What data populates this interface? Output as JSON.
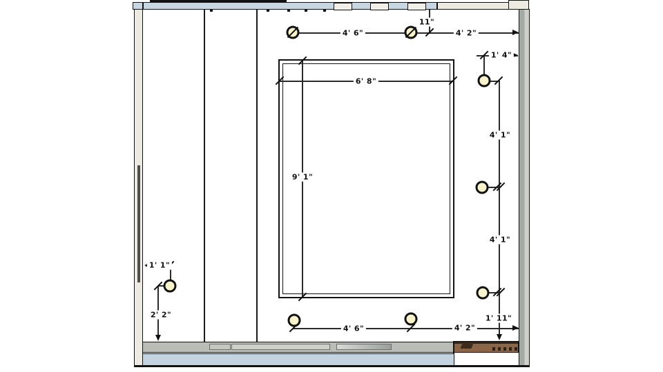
{
  "dims": {
    "top": {
      "a": "4' 6\"",
      "b": "11\"",
      "c": "4' 2\""
    },
    "right": {
      "a": "1' 4\"",
      "b": "4' 1\"",
      "c": "4' 1\"",
      "d": "1' 11\""
    },
    "center": {
      "w": "6' 8\"",
      "h": "9' 1\""
    },
    "left": {
      "a": "1' 1\"",
      "b": "2' 2\""
    },
    "bottom": {
      "a": "4' 6\"",
      "b": "4' 2\""
    }
  },
  "colors": {
    "wall_blue": "#c9d7e2",
    "floor_blue": "#c3d3df",
    "wall_gray": "#b9bcb7",
    "wall_light": "#edeae1",
    "wood": "#8a6546",
    "light_fill": "#f8f3cb",
    "line": "#1a1a1a"
  }
}
